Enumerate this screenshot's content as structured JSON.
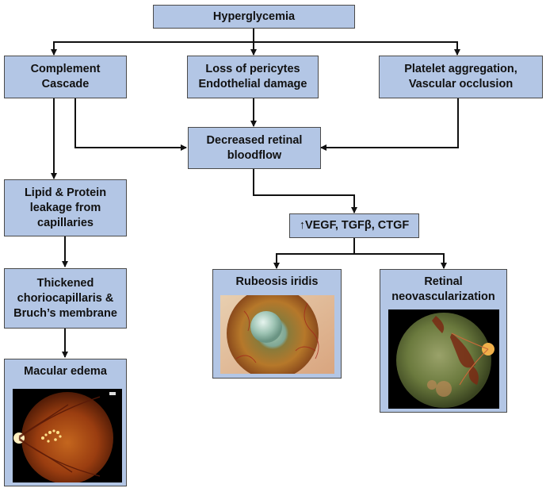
{
  "nodes": {
    "hyperglycemia": "Hyperglycemia",
    "complement": "Complement\nCascade",
    "pericytes": "Loss of pericytes\nEndothelial damage",
    "platelet": "Platelet aggregation,\nVascular occlusion",
    "bloodflow": "Decreased retinal\nbloodflow",
    "lipid": "Lipid & Protein\nleakage from\ncapillaries",
    "vegf": "↑VEGF, TGFβ, CTGF",
    "thickened": "Thickened\nchoriocapillaris &\nBruch’s membrane",
    "rubeosis": "Rubeosis iridis",
    "neovasc": "Retinal\nneovascularization",
    "macular": "Macular edema"
  },
  "colors": {
    "box_fill": "#b3c6e5",
    "box_border": "#4a4a4a",
    "arrow": "#111111"
  }
}
